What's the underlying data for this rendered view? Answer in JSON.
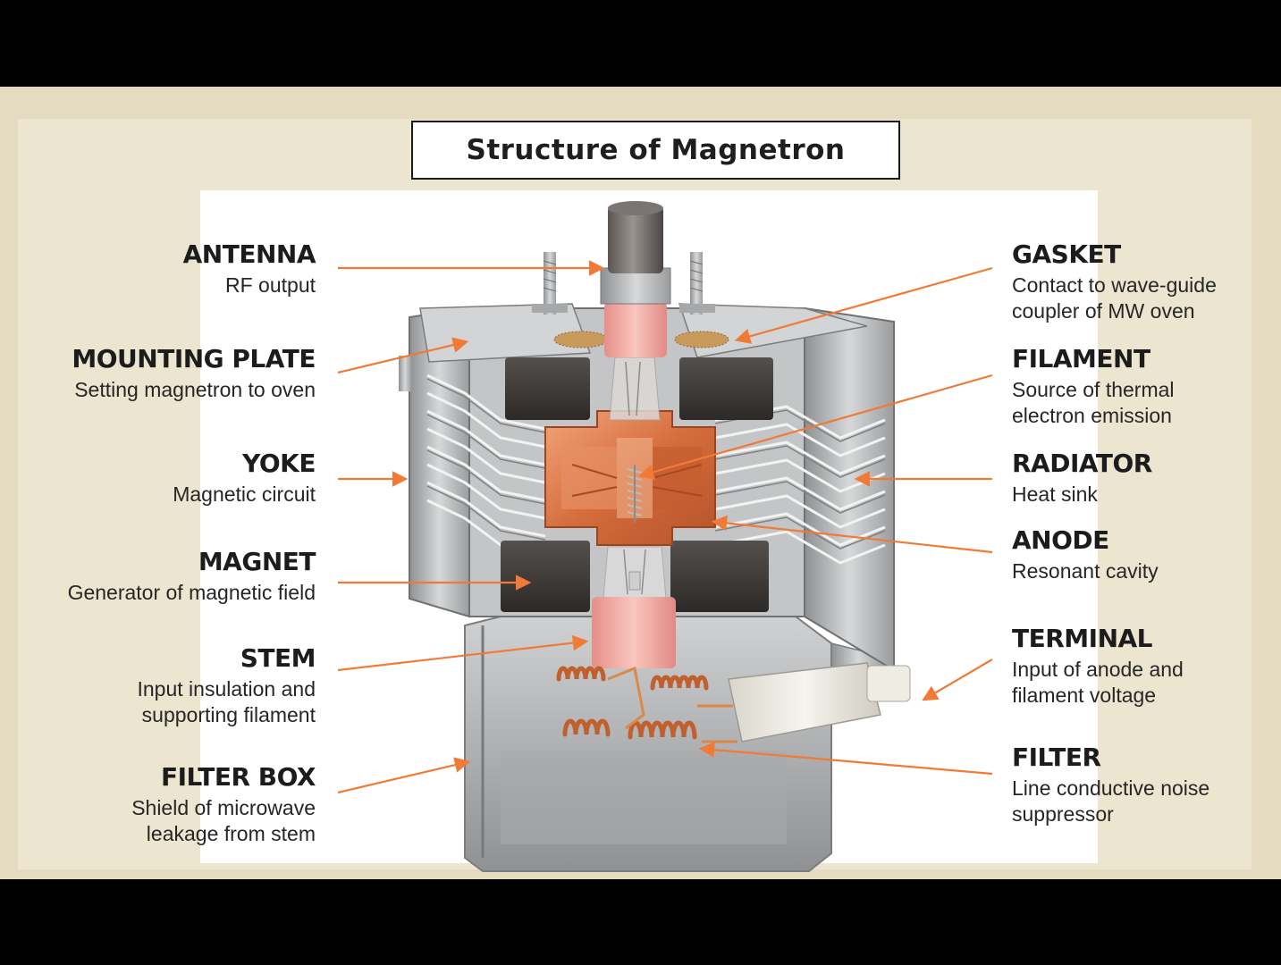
{
  "title": "Structure of Magnetron",
  "colors": {
    "arrow": "#f07a36",
    "copper": "#d9703f",
    "ceramic": "#f2a9a0",
    "metal": "#b7b9bb",
    "magnet": "#3b3735",
    "slide_bg": "#e5dbc0"
  },
  "left_labels": [
    {
      "key": "antenna",
      "name": "ANTENNA",
      "desc": [
        "RF output"
      ]
    },
    {
      "key": "mounting-plate",
      "name": "MOUNTING PLATE",
      "desc": [
        "Setting magnetron to oven"
      ]
    },
    {
      "key": "yoke",
      "name": "YOKE",
      "desc": [
        "Magnetic circuit"
      ]
    },
    {
      "key": "magnet",
      "name": "MAGNET",
      "desc": [
        "Generator of magnetic field"
      ]
    },
    {
      "key": "stem",
      "name": "STEM",
      "desc": [
        "Input insulation and",
        "supporting filament"
      ]
    },
    {
      "key": "filter-box",
      "name": "FILTER BOX",
      "desc": [
        "Shield of microwave",
        "leakage from stem"
      ]
    }
  ],
  "right_labels": [
    {
      "key": "gasket",
      "name": "GASKET",
      "desc": [
        "Contact to wave-guide",
        "coupler of MW oven"
      ]
    },
    {
      "key": "filament",
      "name": "FILAMENT",
      "desc": [
        "Source of thermal",
        "electron emission"
      ]
    },
    {
      "key": "radiator",
      "name": "RADIATOR",
      "desc": [
        "Heat sink"
      ]
    },
    {
      "key": "anode",
      "name": "ANODE",
      "desc": [
        "Resonant cavity"
      ]
    },
    {
      "key": "terminal",
      "name": "TERMINAL",
      "desc": [
        "Input of anode and",
        "filament voltage"
      ]
    },
    {
      "key": "filter",
      "name": "FILTER",
      "desc": [
        "Line conductive noise",
        "suppressor"
      ]
    }
  ]
}
